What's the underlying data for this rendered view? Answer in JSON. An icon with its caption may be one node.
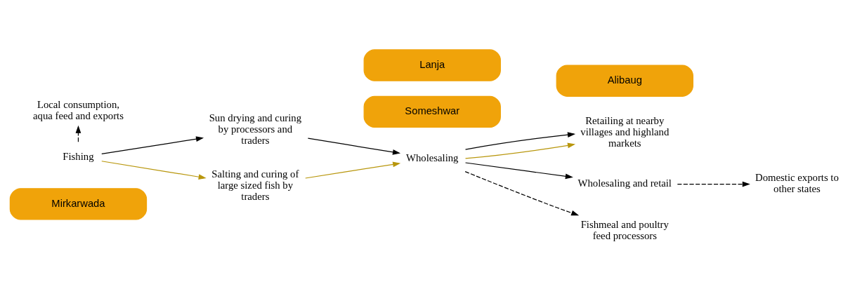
{
  "diagram": {
    "nodes": [
      {
        "text": [
          "Mirkarwada"
        ]
      },
      {
        "text": [
          "Local consumption, aqua feed and exports"
        ]
      },
      {
        "text": [
          "Fishing"
        ]
      },
      {
        "text": [
          "Sun drying and curing by processors and traders"
        ]
      },
      {
        "text": [
          "Salting and curing of large sized fish by traders"
        ]
      },
      {
        "text": [
          "Someshwar"
        ]
      },
      {
        "text": [
          "Lanja"
        ]
      },
      {
        "text": [
          "Wholesaling"
        ]
      },
      {
        "text": [
          "Retailing at nearby villages and highland markets"
        ]
      },
      {
        "text": [
          "Wholesaling and retail"
        ]
      },
      {
        "text": [
          "Alibaug"
        ]
      },
      {
        "text": [
          "Domestic exports to other states"
        ]
      },
      {
        "text": [
          "Fishmeal and poultry feed processors"
        ]
      }
    ],
    "edges": [
      {
        "from": 2,
        "to": 1,
        "arrow": "to",
        "style": "dashed"
      },
      {
        "from": 2,
        "to": 3,
        "arrow": "to"
      },
      {
        "from": 2,
        "to": 4,
        "arrow": "to",
        "color": "#b8960c"
      },
      {
        "from": 3,
        "to": 7,
        "arrow": "to"
      },
      {
        "from": 4,
        "to": 7,
        "arrow": "to",
        "color": "#b8960c"
      },
      {
        "from": 7,
        "to": 8,
        "arrow": "to",
        "color": "#b8960c"
      },
      {
        "from": 7,
        "to": 8,
        "arrow": "to"
      },
      {
        "from": 7,
        "to": 9,
        "arrow": "to"
      },
      {
        "from": 9,
        "to": 11,
        "arrow": "to",
        "style": "dashed"
      },
      {
        "from": 7,
        "to": 12,
        "arrow": "to",
        "style": "dashed"
      }
    ]
  }
}
